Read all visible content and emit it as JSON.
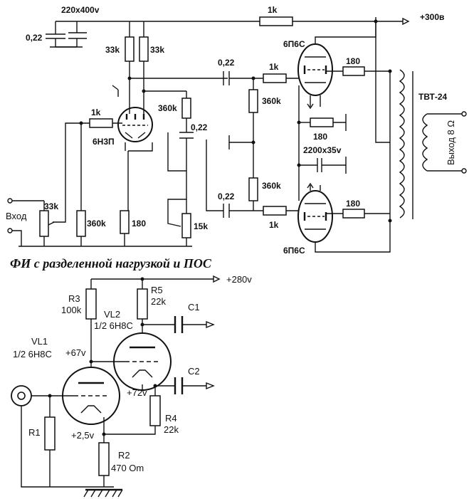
{
  "top_circuit": {
    "supply_label": "220x400v",
    "supply_resistor": "1k",
    "plus_300": "+300в",
    "cap_input": "0,22",
    "r_33k_a": "33k",
    "r_33k_b": "33k",
    "r_360k_a": "360k",
    "cap_022_mid": "0,22",
    "cap_022_top": "0,22",
    "r_1k_top": "1k",
    "r_360k_top": "360k",
    "r_1k_grid": "1k",
    "tube_driver": "6Н3П",
    "r_180_cath_left": "180",
    "r_360k_left": "360k",
    "r_33k_input": "33k",
    "input_label": "Вход",
    "r_15k": "15k",
    "cap_022_bot": "0,22",
    "r_1k_bot": "1k",
    "r_360k_bot": "360k",
    "tube_top": "6П6С",
    "tube_bot": "6П6С",
    "r_180_top": "180",
    "r_180_bot": "180",
    "r_180_cath": "180",
    "cap_cath": "2200x35v",
    "transformer": "ТВТ-24",
    "output_label": "Выход  8 Ω"
  },
  "title": "ФИ с разделенной нагрузкой и ПОС",
  "bottom_circuit": {
    "plus_280": "+280v",
    "r3": "R3",
    "r3_val": "100k",
    "r5": "R5",
    "r5_val": "22k",
    "vl2": "VL2",
    "vl2_type": "1/2 6Н8С",
    "c1": "C1",
    "vl1": "VL1",
    "vl1_type": "1/2 6Н8С",
    "v67": "+67v",
    "c2": "C2",
    "v72": "+72v",
    "r4": "R4",
    "r4_val": "22k",
    "r1": "R1",
    "v25": "+2,5v",
    "r2": "R2",
    "r2_val": "470 Om"
  }
}
